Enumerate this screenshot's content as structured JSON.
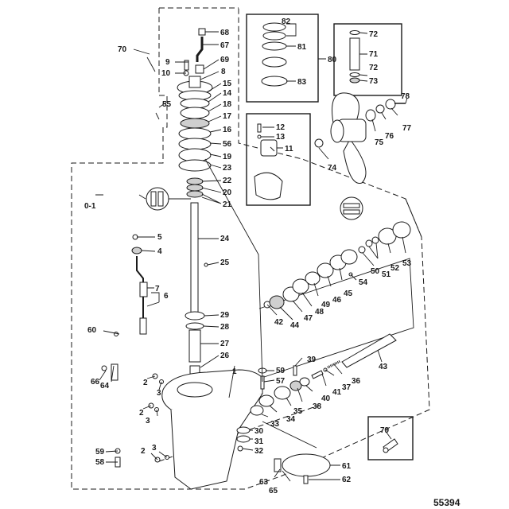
{
  "diagram": {
    "title": "Gear Housing Exploded Parts Diagram",
    "figure_number": "55394",
    "group_label": "0-1",
    "callouts": {
      "c1": "1",
      "c2a": "2",
      "c2b": "2",
      "c2c": "2",
      "c3a": "3",
      "c3b": "3",
      "c3c": "3",
      "c4": "4",
      "c5": "5",
      "c6": "6",
      "c7": "7",
      "c8": "8",
      "c9": "9",
      "c10": "10",
      "c11": "11",
      "c12": "12",
      "c13": "13",
      "c14": "14",
      "c15": "15",
      "c16": "16",
      "c17": "17",
      "c18": "18",
      "c19": "19",
      "c20": "20",
      "c21": "21",
      "c22": "22",
      "c23": "23",
      "c24": "24",
      "c25": "25",
      "c26": "26",
      "c27": "27",
      "c28": "28",
      "c29": "29",
      "c30": "30",
      "c31": "31",
      "c32": "32",
      "c33": "33",
      "c34": "34",
      "c35": "35",
      "c36": "36",
      "c37": "37",
      "c38": "38",
      "c39": "39",
      "c40": "40",
      "c41": "41",
      "c42": "42",
      "c43": "43",
      "c44": "44",
      "c45": "45",
      "c46": "46",
      "c47": "47",
      "c48": "48",
      "c49": "49",
      "c50": "50",
      "c51": "51",
      "c52": "52",
      "c53": "53",
      "c54": "54",
      "c55": "55",
      "c56": "56",
      "c57": "57",
      "c58": "58",
      "c59a": "59",
      "c59b": "59",
      "c60": "60",
      "c61": "61",
      "c62": "62",
      "c63": "63",
      "c64": "64",
      "c65": "65",
      "c66": "66",
      "c67": "67",
      "c68": "68",
      "c69": "69",
      "c70": "70",
      "c71": "71",
      "c72a": "72",
      "c72b": "72",
      "c73": "73",
      "c74": "74",
      "c75": "75",
      "c76": "76",
      "c77": "77",
      "c78": "78",
      "c79": "79",
      "c80": "80",
      "c81": "81",
      "c82": "82",
      "c83": "83"
    }
  }
}
